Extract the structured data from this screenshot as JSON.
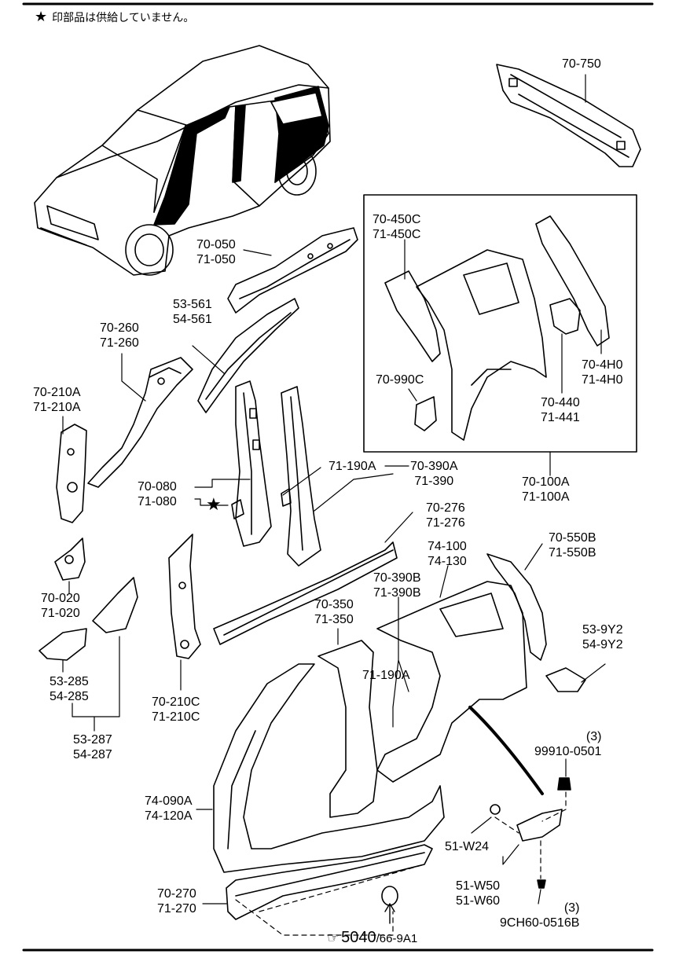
{
  "notice": {
    "star_icon": "★",
    "text": "印部品は供給していません。"
  },
  "labels": [
    {
      "id": "l-70-750",
      "lines": [
        "70-750"
      ]
    },
    {
      "id": "l-70-050",
      "lines": [
        "70-050",
        "71-050"
      ]
    },
    {
      "id": "l-70-450c",
      "lines": [
        "70-450C",
        "71-450C"
      ]
    },
    {
      "id": "l-53-561",
      "lines": [
        "53-561",
        "54-561"
      ]
    },
    {
      "id": "l-70-260",
      "lines": [
        "70-260",
        "71-260"
      ]
    },
    {
      "id": "l-70-210a",
      "lines": [
        "70-210A",
        "71-210A"
      ]
    },
    {
      "id": "l-70-4h0",
      "lines": [
        "70-4H0",
        "71-4H0"
      ]
    },
    {
      "id": "l-70-990c",
      "lines": [
        "70-990C"
      ]
    },
    {
      "id": "l-70-440",
      "lines": [
        "70-440",
        "71-441"
      ]
    },
    {
      "id": "l-71-190a-top",
      "lines": [
        "71-190A"
      ]
    },
    {
      "id": "l-70-390a",
      "lines": [
        "70-390A",
        "71-390"
      ]
    },
    {
      "id": "l-70-080",
      "lines": [
        "70-080",
        "71-080"
      ]
    },
    {
      "id": "l-70-100a",
      "lines": [
        "70-100A",
        "71-100A"
      ]
    },
    {
      "id": "l-70-276",
      "lines": [
        "70-276",
        "71-276"
      ]
    },
    {
      "id": "l-70-550b",
      "lines": [
        "70-550B",
        "71-550B"
      ]
    },
    {
      "id": "l-74-100",
      "lines": [
        "74-100",
        "74-130"
      ]
    },
    {
      "id": "l-70-020",
      "lines": [
        "70-020",
        "71-020"
      ]
    },
    {
      "id": "l-70-390b",
      "lines": [
        "70-390B",
        "71-390B"
      ]
    },
    {
      "id": "l-70-350",
      "lines": [
        "70-350",
        "71-350"
      ]
    },
    {
      "id": "l-53-9y2",
      "lines": [
        "53-9Y2",
        "54-9Y2"
      ]
    },
    {
      "id": "l-71-190a-mid",
      "lines": [
        "71-190A"
      ]
    },
    {
      "id": "l-53-285",
      "lines": [
        "53-285",
        "54-285"
      ]
    },
    {
      "id": "l-70-210c",
      "lines": [
        "70-210C",
        "71-210C"
      ]
    },
    {
      "id": "l-53-287",
      "lines": [
        "53-287",
        "54-287"
      ]
    },
    {
      "id": "l-99910",
      "lines": [
        "(3)",
        "99910-0501"
      ]
    },
    {
      "id": "l-74-090a",
      "lines": [
        "74-090A",
        "74-120A"
      ]
    },
    {
      "id": "l-51-w24",
      "lines": [
        "51-W24"
      ]
    },
    {
      "id": "l-51-w50",
      "lines": [
        "51-W50",
        "51-W60"
      ]
    },
    {
      "id": "l-70-270",
      "lines": [
        "70-270",
        "71-270"
      ]
    },
    {
      "id": "l-9ch60",
      "lines": [
        "(3)",
        "9CH60-0516B"
      ]
    }
  ],
  "marker_star": "★",
  "footer_ref": {
    "hand_icon": "☞",
    "main": "5040",
    "sub": "/66-9A1"
  }
}
